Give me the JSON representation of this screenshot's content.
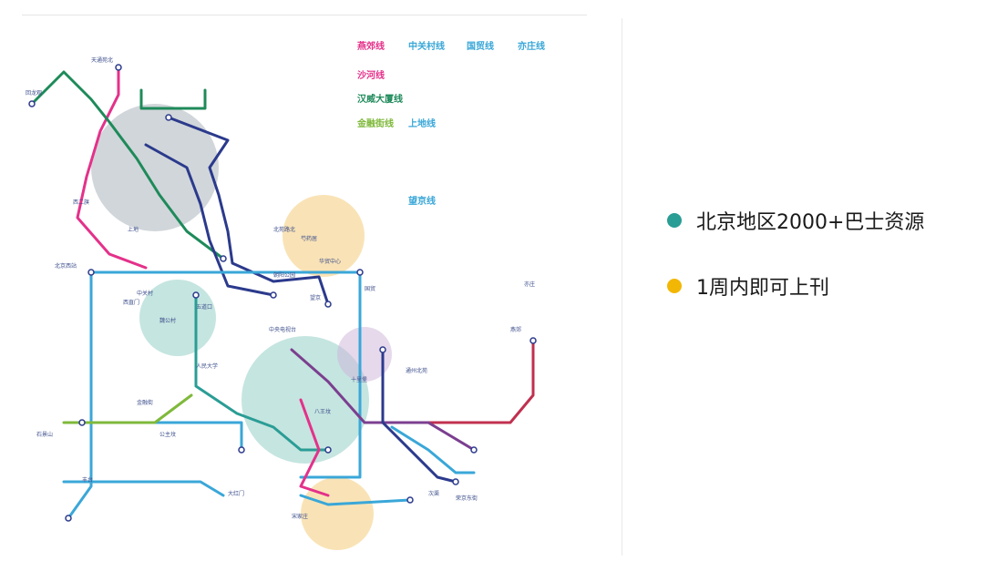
{
  "colors": {
    "teal": "#2a9d95",
    "yellow": "#f2b705",
    "magenta": "#e4318a",
    "green": "#1e8a5a",
    "navy": "#2b3a8c",
    "sky": "#3aa7d8",
    "olive": "#7fb93b",
    "crimson": "#c0304f",
    "purple": "#7b3f8f",
    "gray_blob": "#9aa3ad",
    "aqua_blob": "#9fd3cc",
    "sand_blob": "#f6d48f"
  },
  "legend": {
    "items": [
      {
        "text": "北京地区2000+巴士资源",
        "color": "#2a9d95",
        "icon": "teal-dot-icon"
      },
      {
        "text": "1周内即可上刊",
        "color": "#f2b705",
        "icon": "yellow-dot-icon"
      }
    ]
  },
  "map": {
    "line_titles": [
      {
        "text": "燕郊线",
        "color": "#e4318a"
      },
      {
        "text": "沙河线",
        "color": "#e4318a"
      },
      {
        "text": "汉威大厦线",
        "color": "#1e8a5a"
      },
      {
        "text": "金融街线",
        "color": "#7fb93b"
      },
      {
        "text": "中关村线",
        "color": "#3aa7d8"
      },
      {
        "text": "上地线",
        "color": "#3aa7d8"
      },
      {
        "text": "望京线",
        "color": "#3aa7d8"
      },
      {
        "text": "国贸线",
        "color": "#3aa7d8"
      },
      {
        "text": "亦庄线",
        "color": "#3aa7d8"
      }
    ],
    "station_labels": [
      "天通苑北",
      "回龙观",
      "西二旗",
      "上地",
      "五道口",
      "中关村",
      "北京西站",
      "国贸",
      "望京",
      "亦庄",
      "大红门",
      "公主坟",
      "八王坟",
      "十里堡",
      "通州北苑",
      "燕郊",
      "北苑路北",
      "芍药居",
      "华贸中心",
      "朝阳公园",
      "西直门",
      "中央电视台",
      "人民大学",
      "魏公村",
      "次渠",
      "荣京东街",
      "金融街",
      "丰台",
      "石景山",
      "宋家庄"
    ]
  }
}
